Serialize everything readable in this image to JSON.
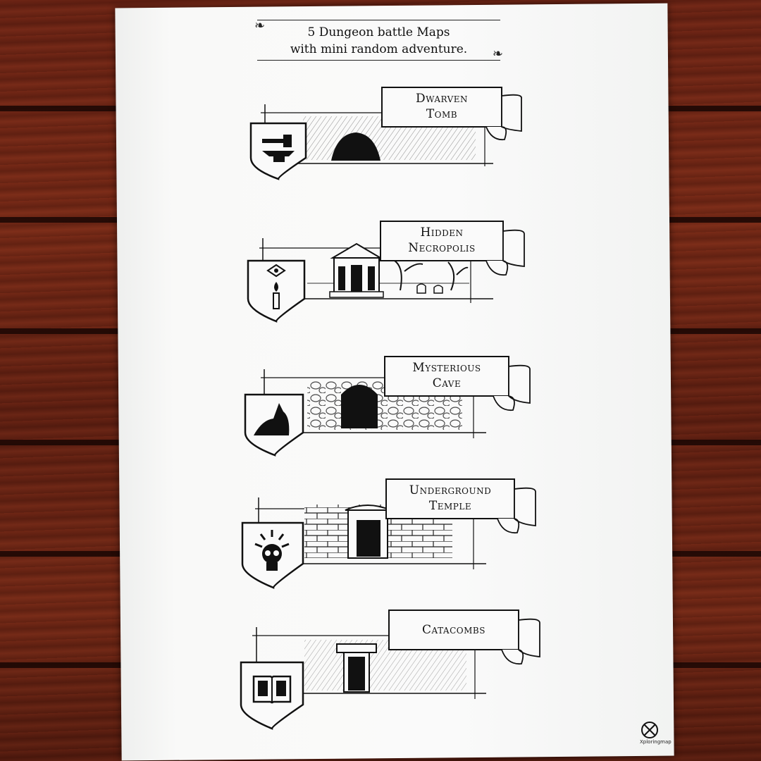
{
  "title": {
    "line1": "5 Dungeon battle Maps",
    "line2": "with mini random adventure."
  },
  "maps": [
    {
      "name_line1": "Dwarven",
      "name_line2": "Tomb",
      "emblem": "anvil-hammer-icon"
    },
    {
      "name_line1": "Hidden",
      "name_line2": "Necropolis",
      "emblem": "eye-candle-icon"
    },
    {
      "name_line1": "Mysterious",
      "name_line2": "Cave",
      "emblem": "howling-wolf-icon"
    },
    {
      "name_line1": "Underground",
      "name_line2": "Temple",
      "emblem": "radiant-skull-icon"
    },
    {
      "name_line1": "Catacombs",
      "name_line2": "",
      "emblem": "open-book-icon"
    }
  ],
  "brand": "Xploringmap",
  "colors": {
    "ink": "#111111",
    "paper": "#f9f9f8",
    "wood": "#6b2415"
  }
}
